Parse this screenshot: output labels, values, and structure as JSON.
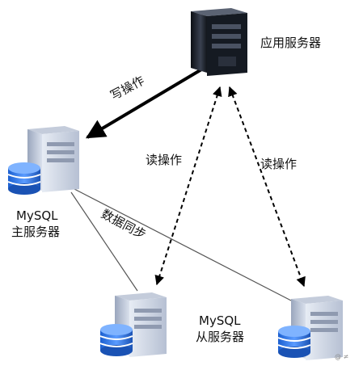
{
  "nodes": {
    "app_server": {
      "label": "应用服务器",
      "color": "#1f2530"
    },
    "master": {
      "label_line1": "MySQL",
      "label_line2": "主服务器",
      "color": "#cfd7e6",
      "db_color": "#2a6fd6"
    },
    "slaves": {
      "label_line1": "MySQL",
      "label_line2": "从服务器",
      "color": "#cfd7e6",
      "db_color": "#2a6fd6"
    }
  },
  "edges": {
    "write": "写操作",
    "read_left": "读操作",
    "read_right": "读操作",
    "sync": "数据同步"
  },
  "watermark": "@ ≠"
}
